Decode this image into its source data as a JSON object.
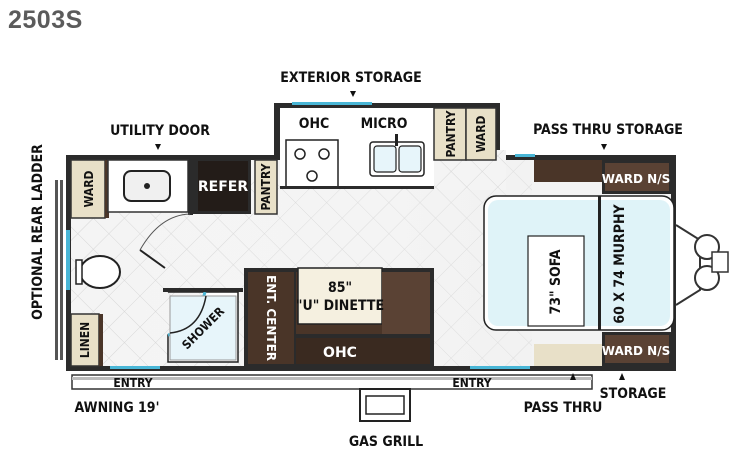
{
  "model": "2503S",
  "labels": {
    "exterior_storage": "EXTERIOR STORAGE",
    "utility_door": "UTILITY DOOR",
    "pass_thru_storage": "PASS THRU STORAGE",
    "optional_rear_ladder": "OPTIONAL REAR LADDER",
    "ohc_top": "OHC",
    "micro": "MICRO",
    "pantry_top": "PANTRY",
    "ward_top": "WARD",
    "ward_rear": "WARD",
    "refer": "REFER",
    "pantry_side": "PANTRY",
    "ward_ns_top": "WARD N/S",
    "ward_ns_bottom": "WARD N/S",
    "murphy": "60 X 74 MURPHY",
    "sofa": "73\" SOFA",
    "dinette_line1": "85\"",
    "dinette_line2": "\"U\" DINETTE",
    "ohc_bottom": "OHC",
    "ent_center": "ENT. CENTER",
    "shower": "SHOWER",
    "linen": "LINEN",
    "entry_rear": "ENTRY",
    "entry_front": "ENTRY",
    "awning": "AWNING 19'",
    "gas_grill": "GAS GRILL",
    "pass_thru": "PASS THRU",
    "storage": "STORAGE"
  },
  "colors": {
    "wall": "#2b2b2b",
    "floor": "#f2f2f2",
    "cabinet": "#e8e0c8",
    "dark_wood": "#4a3528",
    "bed": "#dff3f8",
    "title": "#5b5b5b"
  }
}
